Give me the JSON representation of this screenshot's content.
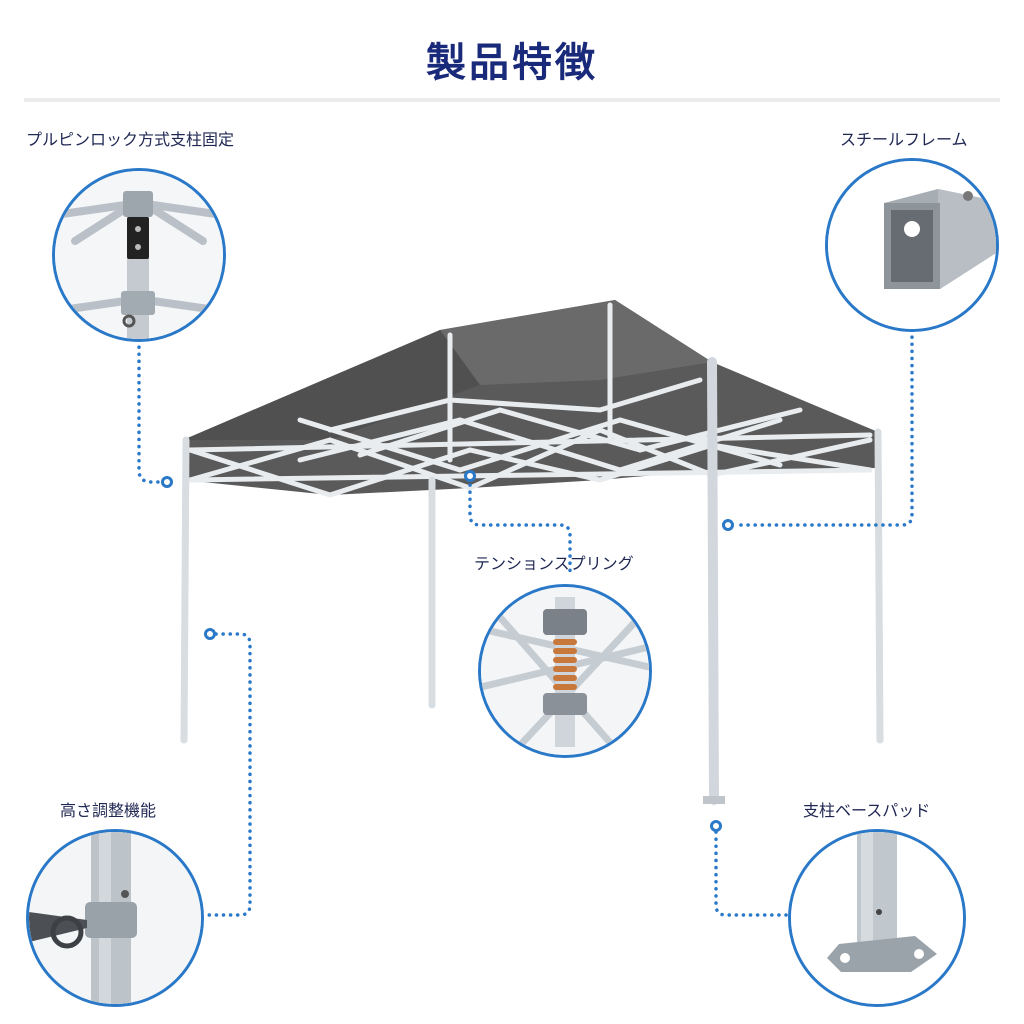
{
  "title": "製品特徴",
  "features": {
    "pull_pin_lock": {
      "label": "プルピンロック方式支柱固定",
      "icon": "pull-pin-lock-closeup"
    },
    "steel_frame": {
      "label": "スチールフレーム",
      "icon": "square-steel-tube-closeup"
    },
    "tension_spring": {
      "label": "テンションスプリング",
      "icon": "tension-spring-closeup"
    },
    "height_adjust": {
      "label": "高さ調整機能",
      "icon": "height-adjust-closeup"
    },
    "leg_base_pad": {
      "label": "支柱ベースパッド",
      "icon": "leg-base-pad-closeup"
    }
  },
  "colors": {
    "title": "#1a2a7a",
    "accent": "#2a78c8",
    "canopy": "#5a5a5a",
    "frame": "#d8dde2"
  }
}
